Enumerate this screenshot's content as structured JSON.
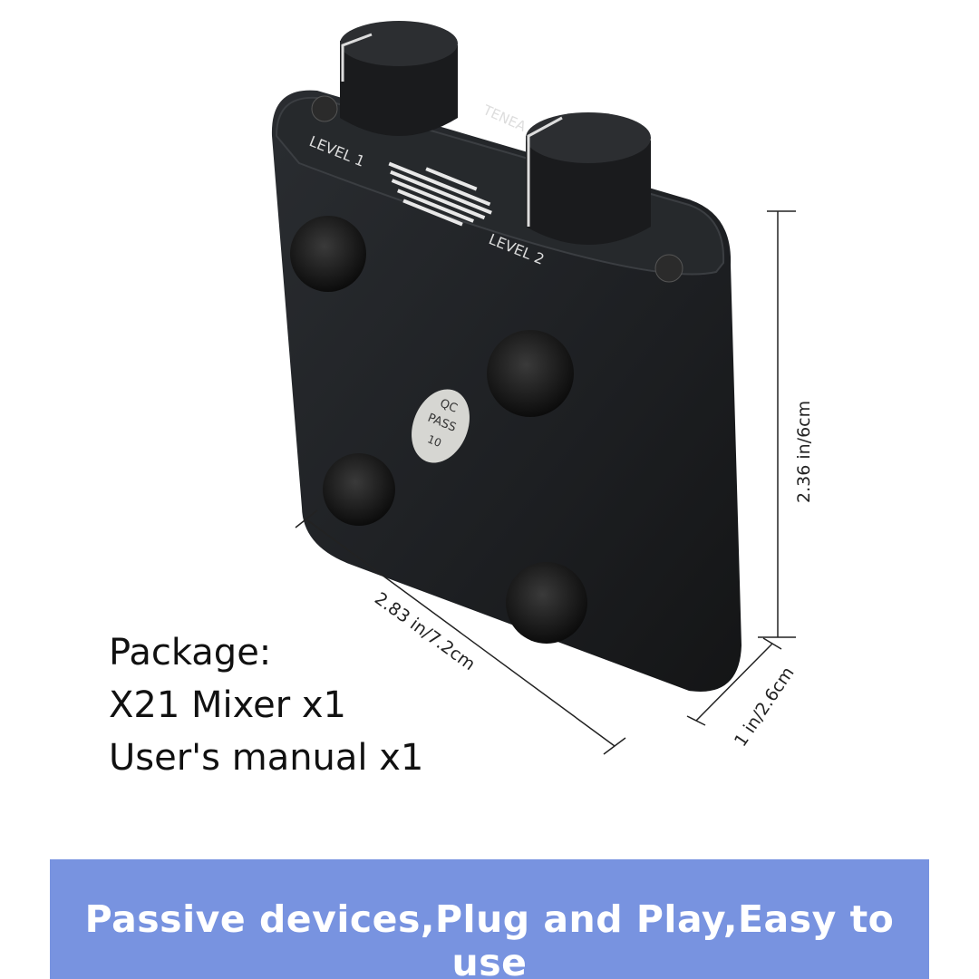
{
  "product": {
    "brand_marking": "TENEA",
    "knob_labels": [
      "LEVEL 1",
      "LEVEL 2"
    ],
    "sticker": {
      "line1": "QC",
      "line2": "PASS",
      "line3": "10"
    },
    "body_color": "#1e2023"
  },
  "dimensions": {
    "height": "2.36 in/6cm",
    "width": "2.83 in/7.2cm",
    "depth": "1 in/2.6cm"
  },
  "package": {
    "title": "Package:",
    "items": [
      "X21 Mixer x1",
      "User's manual x1"
    ]
  },
  "banner": {
    "text": "Passive devices,Plug and Play,Easy to use",
    "color": "#7893e0"
  }
}
